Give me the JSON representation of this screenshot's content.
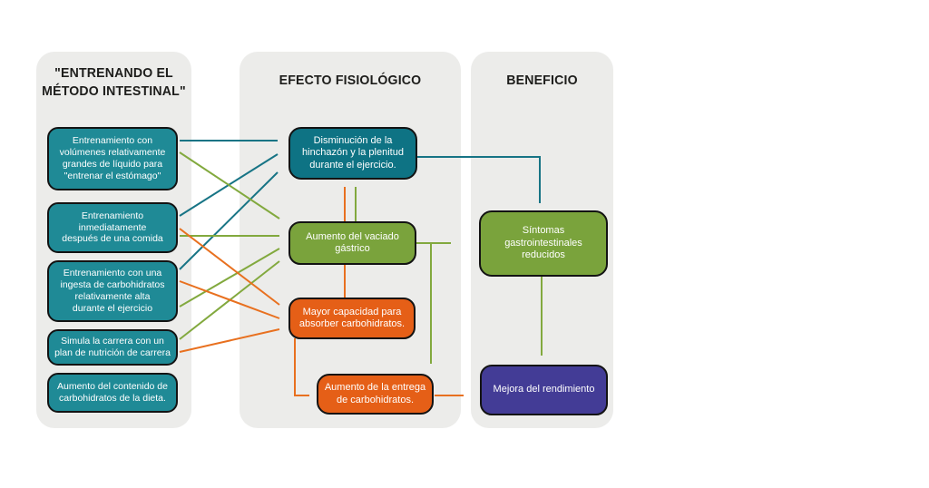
{
  "columns": {
    "entrenando": {
      "title": "\"ENTRENANDO EL\nMÉTODO INTESTINAL\"",
      "boxes": {
        "volumenes": {
          "text": "Entrenamiento con\nvolúmenes relativamente\ngrandes de líquido para\n\"entrenar el estómago\""
        },
        "comida": {
          "text": "Entrenamiento\ninmediatamente\ndespués de una comida"
        },
        "ingesta": {
          "text": "Entrenamiento con una\ningesta de carbohidratos\nrelativamente alta\ndurante el ejercicio"
        },
        "simula": {
          "text": "Simula la carrera con un\nplan de nutrición de carrera"
        },
        "dieta": {
          "text": "Aumento del contenido de\ncarbohidratos de la dieta."
        }
      }
    },
    "efecto": {
      "title": "EFECTO FISIOLÓGICO",
      "boxes": {
        "hinchazon": {
          "text": "Disminución de la\nhinchazón y la plenitud\ndurante el ejercicio."
        },
        "vaciado": {
          "text": "Aumento del vaciado\ngástrico"
        },
        "absorber": {
          "text": "Mayor capacidad para\nabsorber carbohidratos."
        },
        "entrega": {
          "text": "Aumento de la entrega\nde carbohidratos."
        }
      }
    },
    "beneficio": {
      "title": "BENEFICIO",
      "boxes": {
        "sintomas": {
          "text": "Síntomas\ngastrointestinales\nreducidos"
        },
        "rendimiento": {
          "text": "Mejora del rendimiento"
        }
      }
    }
  },
  "colors": {
    "panelBg": "#ECECEA",
    "titleColor": "#1D1D1B",
    "borderDark": "#131313",
    "tealBox": "#1F8A96",
    "tealDark": "#0E7384",
    "greenBox": "#7AA33C",
    "orangeBox": "#E55F17",
    "purpleBox": "#433C96",
    "arrowTeal": "#177485",
    "arrowGreen": "#82A93E",
    "arrowOrange": "#E8701F"
  }
}
